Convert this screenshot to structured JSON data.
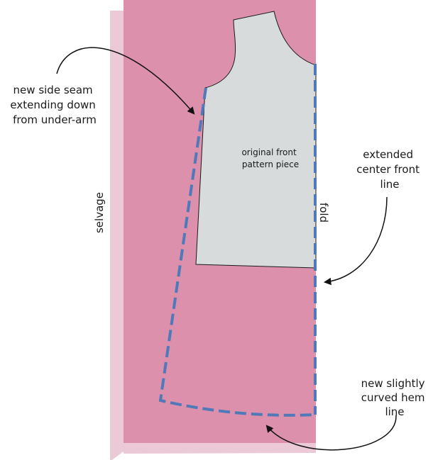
{
  "labels": {
    "side_seam": [
      "new side seam",
      "extending down",
      "from under-arm"
    ],
    "original_piece": [
      "original front",
      "pattern piece"
    ],
    "center_front": [
      "extended",
      "center front",
      "line"
    ],
    "hem": [
      "new slightly",
      "curved hem",
      "line"
    ],
    "selvage": "selvage",
    "fold": "fold"
  },
  "colors": {
    "fabric": "#dc90ac",
    "fabric_back": "#ecc9d6",
    "pattern_piece": "#d8dbdb",
    "dashed_line": "#4f79b8",
    "arrow": "#111111",
    "text": "#1a1a1a"
  }
}
